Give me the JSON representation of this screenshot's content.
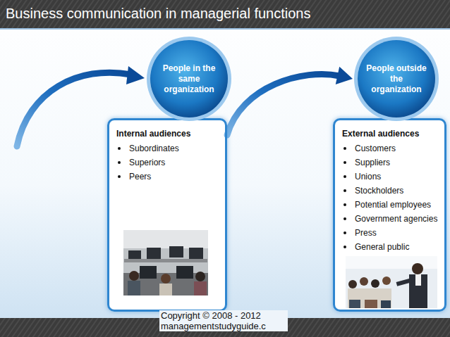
{
  "diagram": {
    "title": "Business communication in managerial functions",
    "nodes": [
      {
        "text": [
          "People in the same organization"
        ]
      },
      {
        "text": [
          "Internal audiences",
          "Subordinates",
          "Superiors",
          "Peers"
        ]
      },
      {
        "text": [
          "People outside the organization"
        ]
      },
      {
        "text": [
          "External audiences",
          "Customers",
          "Suppliers",
          "Unions",
          "Stockholders",
          "Potential employees",
          "Government agencies",
          "Press",
          "General public"
        ]
      }
    ],
    "edges": [
      {
        "from": 1,
        "to": 2,
        "arrow": "to"
      }
    ],
    "labels": [
      "Copyright © 2008 - 2012 managementstudyguide.c"
    ]
  }
}
